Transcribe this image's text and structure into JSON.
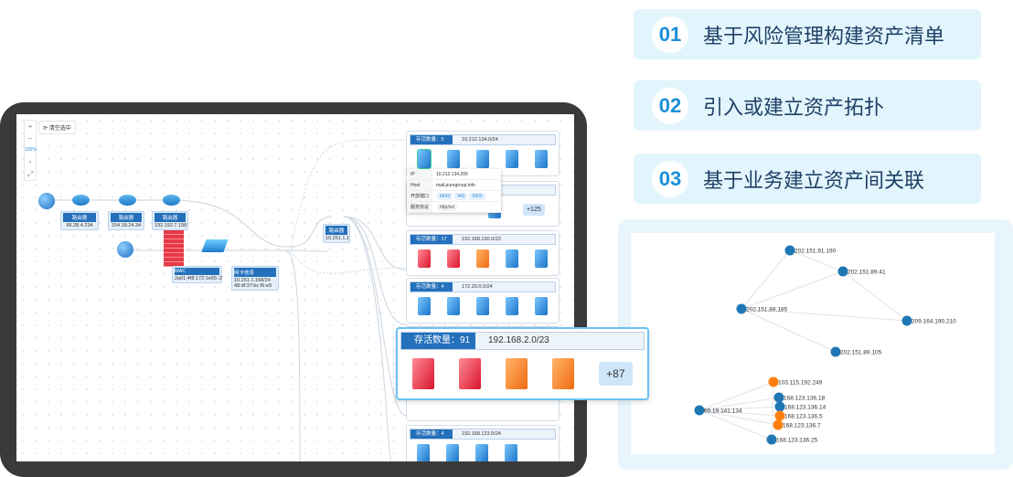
{
  "features": [
    {
      "num": "01",
      "title": "基于风险管理构建资产清单"
    },
    {
      "num": "02",
      "title": "引入或建立资产拓扑"
    },
    {
      "num": "03",
      "title": "基于业务建立资产间关联"
    }
  ],
  "toolbar": {
    "zoom_in": "+",
    "zoom_out": "−",
    "zoom_level": "100%",
    "clear_selection": "清空选中"
  },
  "topology": {
    "routers": [
      {
        "label": "路由器",
        "ip": "66.28.4.234"
      },
      {
        "label": "路由器",
        "ip": "154.18.24.34"
      },
      {
        "label": "路由器",
        "ip": "192.192.7.198"
      }
    ],
    "gateway": {
      "label": "路由器",
      "ip": "10.251.1.1"
    },
    "mac": {
      "label": "MAC",
      "value": "2a01:4f8:172:1e55::2"
    },
    "nic": {
      "label": "网卡信息",
      "ip": "10.251.1.168/24",
      "mac": "48:df:37:bc:f6:e9"
    }
  },
  "subnets": [
    {
      "count_label": "存活数量：5",
      "cidr": "10.212.134.0/24"
    },
    {
      "count_label": "",
      "cidr": "",
      "more": "+125"
    },
    {
      "count_label": "存活数量：17",
      "cidr": "192.168.100.0/23"
    },
    {
      "count_label": "存活数量：4",
      "cidr": "172.20.0.0/24"
    },
    {
      "count_label": "存活数量：4",
      "cidr": "192.168.123.0/24"
    }
  ],
  "tooltip": {
    "ip_key": "IP",
    "ip": "10.212.134.206",
    "host_key": "Host",
    "host": "mail.puregroup.info",
    "ports_key": "开放端口",
    "ports": [
      "8443",
      "443",
      "5900"
    ],
    "proto_key": "服务协议",
    "proto": "http/ssl"
  },
  "popup": {
    "count_label": "存活数量：91",
    "cidr": "192.168.2.0/23",
    "more": "+87"
  },
  "graph": {
    "nodes": [
      "202.151.91.190",
      "202.151.89.41",
      "202.151.89.185",
      "209.164.190.210",
      "202.151.89.105",
      "103.115.192.249",
      "168.123.136.18",
      "168.123.136.14",
      "168.123.136.5",
      "168.123.136.7",
      "168.123.136.25",
      "65.19.141.134"
    ],
    "colors": {
      "normal": "#1f77b4",
      "alert": "#ff7f0e"
    }
  }
}
